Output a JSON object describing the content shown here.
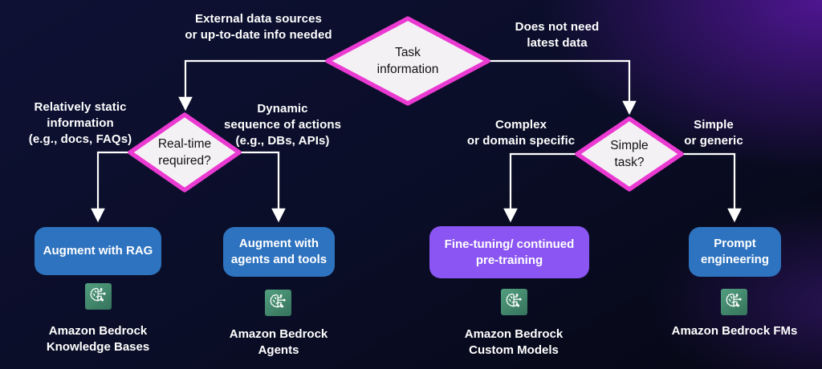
{
  "colors": {
    "background_navy": "#0a0d26",
    "background_purple_glow": "#521696",
    "diamond_border": "#ea3ad2",
    "diamond_fill": "#f3f1f4",
    "box_blue": "#2e73bf",
    "box_purple": "#8a55f2",
    "icon_green": "#3f8a6e",
    "connector": "#ffffff"
  },
  "decisions": [
    {
      "id": "task-information",
      "label": "Task\ninformation"
    },
    {
      "id": "real-time-required",
      "label": "Real-time\nrequired?"
    },
    {
      "id": "simple-task",
      "label": "Simple\ntask?"
    }
  ],
  "branch_labels": [
    {
      "id": "external-data",
      "text": "External data sources\nor up-to-date info needed"
    },
    {
      "id": "no-latest-data",
      "text": "Does not need\nlatest data"
    },
    {
      "id": "static-info",
      "text": "Relatively static\ninformation\n(e.g., docs, FAQs)"
    },
    {
      "id": "dynamic-actions",
      "text": "Dynamic\nsequence of actions\n(e.g., DBs, APIs)"
    },
    {
      "id": "complex-domain",
      "text": "Complex\nor domain specific"
    },
    {
      "id": "simple-generic",
      "text": "Simple\nor generic"
    }
  ],
  "outcomes": [
    {
      "id": "rag",
      "box_label": "Augment with RAG",
      "caption": "Amazon Bedrock\nKnowledge Bases"
    },
    {
      "id": "agents",
      "box_label": "Augment with\nagents and tools",
      "caption": "Amazon Bedrock\nAgents"
    },
    {
      "id": "fine-tuning",
      "box_label": "Fine-tuning/ continued\npre-training",
      "caption": "Amazon Bedrock\nCustom Models"
    },
    {
      "id": "prompt-engineering",
      "box_label": "Prompt\nengineering",
      "caption": "Amazon Bedrock FMs"
    }
  ]
}
